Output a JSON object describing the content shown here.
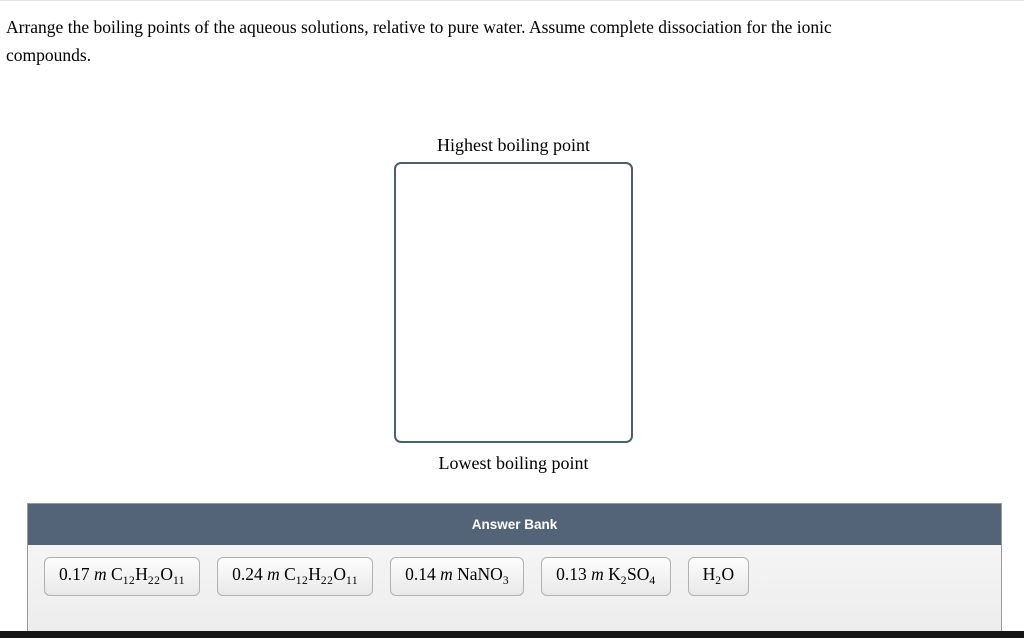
{
  "question": {
    "text": "Arrange the boiling points of the aqueous solutions, relative to pure water. Assume complete dissociation for the ionic compounds."
  },
  "sorting": {
    "top_label": "Highest boiling point",
    "bottom_label": "Lowest boiling point"
  },
  "answer_bank": {
    "title": "Answer Bank",
    "items": [
      {
        "label": "0.17 m C12H22O11",
        "segments": [
          [
            "n",
            "0.17 "
          ],
          [
            "i",
            "m"
          ],
          [
            "n",
            " C"
          ],
          [
            "s",
            "12"
          ],
          [
            "n",
            "H"
          ],
          [
            "s",
            "22"
          ],
          [
            "n",
            "O"
          ],
          [
            "s",
            "11"
          ]
        ]
      },
      {
        "label": "0.24 m C12H22O11",
        "segments": [
          [
            "n",
            "0.24 "
          ],
          [
            "i",
            "m"
          ],
          [
            "n",
            " C"
          ],
          [
            "s",
            "12"
          ],
          [
            "n",
            "H"
          ],
          [
            "s",
            "22"
          ],
          [
            "n",
            "O"
          ],
          [
            "s",
            "11"
          ]
        ]
      },
      {
        "label": "0.14 m NaNO3",
        "segments": [
          [
            "n",
            "0.14 "
          ],
          [
            "i",
            "m"
          ],
          [
            "n",
            " NaNO"
          ],
          [
            "s",
            "3"
          ]
        ]
      },
      {
        "label": "0.13 m K2SO4",
        "segments": [
          [
            "n",
            "0.13 "
          ],
          [
            "i",
            "m"
          ],
          [
            "n",
            " K"
          ],
          [
            "s",
            "2"
          ],
          [
            "n",
            "SO"
          ],
          [
            "s",
            "4"
          ]
        ]
      },
      {
        "label": "H2O",
        "segments": [
          [
            "n",
            "H"
          ],
          [
            "s",
            "2"
          ],
          [
            "n",
            "O"
          ]
        ]
      }
    ]
  },
  "colors": {
    "answer_bank_header_bg": "#536378",
    "answer_bank_header_text": "#ffffff",
    "drop_zone_border": "#4c5e74",
    "chip_border": "#b1b1b1",
    "chip_bg_top": "#fdfdfd",
    "chip_bg_bottom": "#e8e8e8",
    "bank_body_bg": "#f5f5f5",
    "bottom_bar": "#161616"
  }
}
